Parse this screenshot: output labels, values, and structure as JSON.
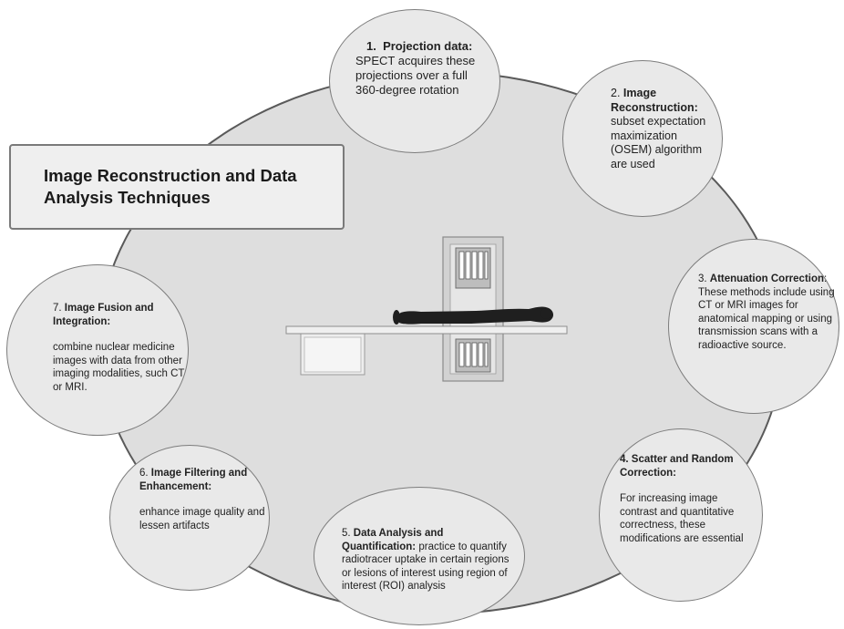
{
  "title": "Image Reconstruction and Data Analysis Techniques",
  "steps": [
    {
      "num": "1.",
      "heading": "Projection data:",
      "body": "SPECT acquires these projections over a full 360-degree rotation"
    },
    {
      "num": "2.",
      "heading": "Image Reconstruction:",
      "body": "subset expectation maximization (OSEM) algorithm are used"
    },
    {
      "num": "3.",
      "heading": "Attenuation Correction",
      "body": ": These methods include using CT or MRI images for anatomical mapping or using transmission scans with a radioactive source."
    },
    {
      "num": "4.",
      "heading": "Scatter and Random Correction:",
      "body": "For increasing image contrast and quantitative correctness, these modifications are essential"
    },
    {
      "num": "5.",
      "heading": "Data Analysis and Quantification:",
      "body": "practice to quantify radiotracer uptake in certain regions or lesions of interest using region of interest (ROI) analysis"
    },
    {
      "num": "6.",
      "heading": "Image Filtering and Enhancement:",
      "body": "enhance image quality and lessen artifacts"
    },
    {
      "num": "7.",
      "heading": "Image Fusion and Integration:",
      "body": "combine nuclear medicine images with data from other imaging modalities, such CT or MRI."
    }
  ]
}
